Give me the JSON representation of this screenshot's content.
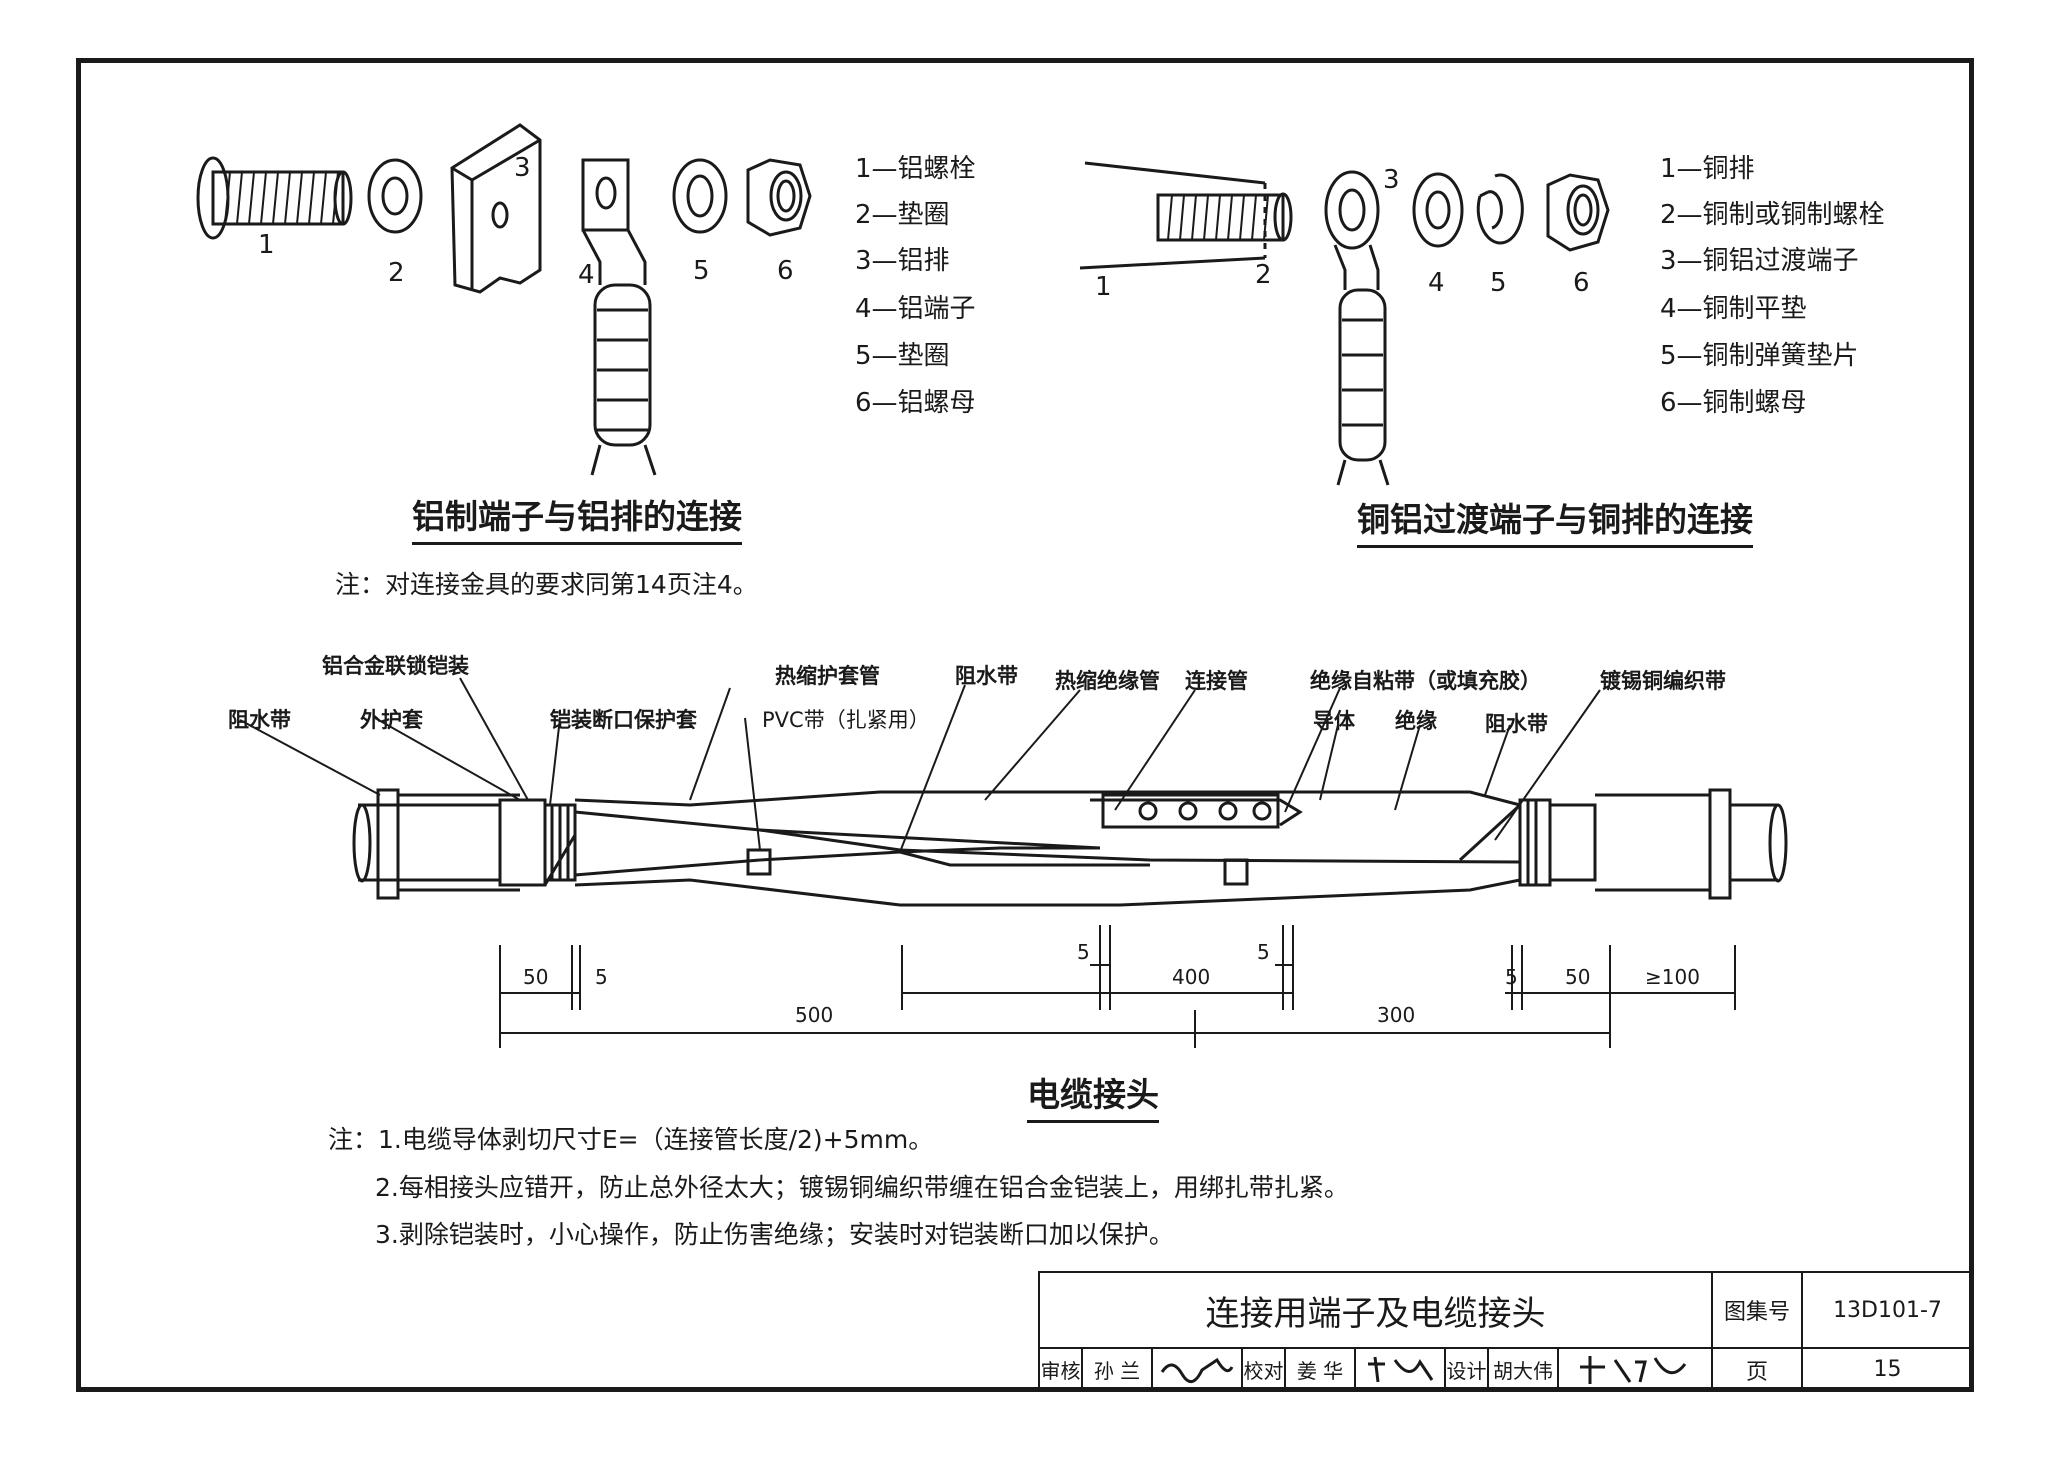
{
  "figure_left": {
    "title": "铝制端子与铝排的连接",
    "part_numbers": [
      "1",
      "2",
      "3",
      "4",
      "5",
      "6"
    ],
    "legend": [
      "1—铝螺栓",
      "2—垫圈",
      "3—铝排",
      "4—铝端子",
      "5—垫圈",
      "6—铝螺母"
    ]
  },
  "figure_right": {
    "title": "铜铝过渡端子与铜排的连接",
    "part_numbers": [
      "1",
      "2",
      "3",
      "4",
      "5",
      "6"
    ],
    "legend": [
      "1—铜排",
      "2—铜制或铜制螺栓",
      "3—铜铝过渡端子",
      "4—铜制平垫",
      "5—铜制弹簧垫片",
      "6—铜制螺母"
    ]
  },
  "note_top": "注：对连接金具的要求同第14页注4。",
  "joint": {
    "title": "电缆接头",
    "labels": {
      "armor": "铝合金联锁铠装",
      "water_block_left": "阻水带",
      "outer_sheath": "外护套",
      "armor_cut_protect": "铠装断口保护套",
      "heat_shrink_sheath": "热缩护套管",
      "pvc_tape": "PVC带（扎紧用）",
      "water_block_mid": "阻水带",
      "heat_shrink_insul": "热缩绝缘管",
      "connector_tube": "连接管",
      "insul_tape": "绝缘自粘带（或填充胶）",
      "conductor": "导体",
      "insulation": "绝缘",
      "water_block_right": "阻水带",
      "tinned_braid": "镀锡铜编织带"
    },
    "dims": {
      "d50_left": "50",
      "d5_left": "5",
      "d5_mid1": "5",
      "d400": "400",
      "d5_mid2": "5",
      "d5_right": "5",
      "d50_right": "50",
      "d100": "≥100",
      "d500": "500",
      "d300": "300"
    }
  },
  "notes_bottom": [
    "注：1.电缆导体剥切尺寸E=（连接管长度/2)+5mm。",
    "2.每相接头应错开，防止总外径太大；镀锡铜编织带缠在铝合金铠装上，用绑扎带扎紧。",
    "3.剥除铠装时，小心操作，防止伤害绝缘；安装时对铠装断口加以保护。"
  ],
  "title_block": {
    "drawing_title": "连接用端子及电缆接头",
    "atlas_label": "图集号",
    "atlas_no": "13D101-7",
    "review_label": "审核",
    "reviewer": "孙 兰",
    "check_label": "校对",
    "checker": "姜 华",
    "design_label": "设计",
    "designer": "胡大伟",
    "page_label": "页",
    "page_no": "15"
  }
}
